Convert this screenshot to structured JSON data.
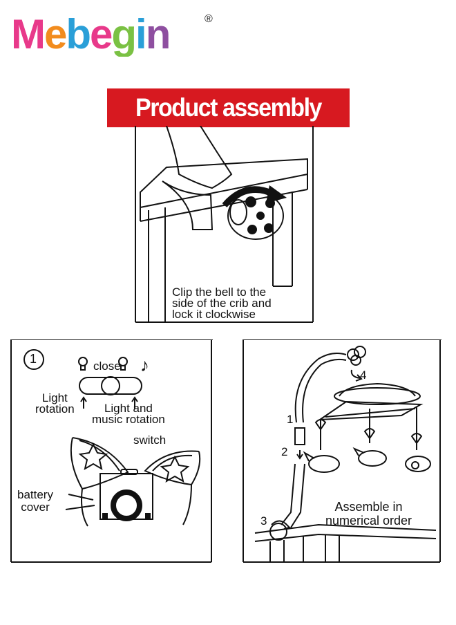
{
  "brand": {
    "letters": [
      "M",
      "e",
      "b",
      "e",
      "g",
      "i",
      "n"
    ],
    "registered": "®",
    "colors": [
      "#e8398a",
      "#f28c1e",
      "#2a9fd8",
      "#e8398a",
      "#7ac143",
      "#2a9fd8",
      "#8e4fa0"
    ]
  },
  "banner": {
    "title": "Product assembly diagram",
    "color": "#d71920"
  },
  "step_top": {
    "caption_lines": [
      "Clip the bell to the",
      "side of the crib and",
      "lock it clockwise"
    ]
  },
  "panel_left": {
    "number": "1",
    "close_label": "close",
    "note_icon": "♪",
    "light_rotation": [
      "Light",
      "rotation"
    ],
    "light_music_rotation": [
      "Light and",
      "music rotation"
    ],
    "switch_label": "switch",
    "battery_cover": [
      "battery",
      "cover"
    ]
  },
  "panel_right": {
    "steps": [
      "1",
      "2",
      "3",
      "4"
    ],
    "caption_lines": [
      "Assemble in",
      "numerical order"
    ]
  }
}
